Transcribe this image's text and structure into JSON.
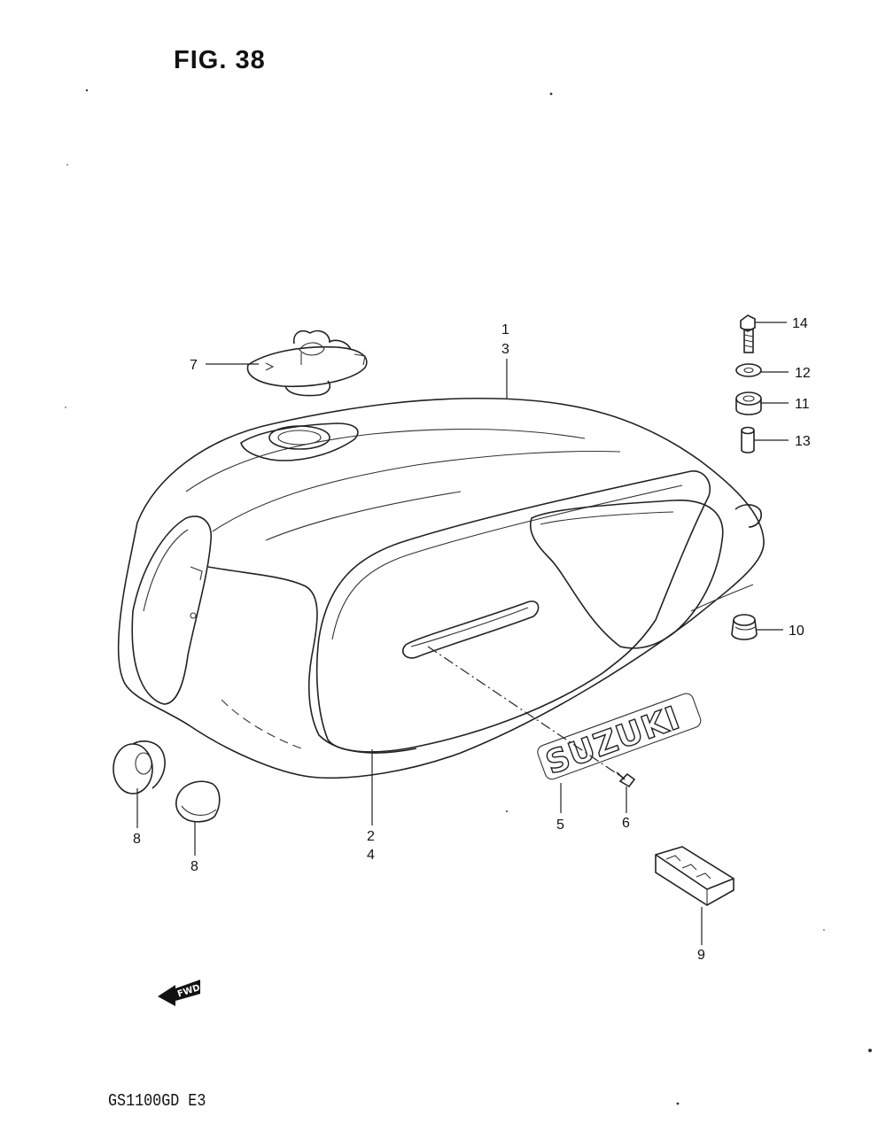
{
  "figure": {
    "title": "FIG. 38"
  },
  "footer": {
    "model": "GS1100GD E3"
  },
  "emblem_text": "SUZUKI",
  "fwd_badge": "FWD",
  "callouts": {
    "c1": "1",
    "c3": "3",
    "c2": "2",
    "c4": "4",
    "c5": "5",
    "c6": "6",
    "c7": "7",
    "c8a": "8",
    "c8b": "8",
    "c9": "9",
    "c10": "10",
    "c11": "11",
    "c12": "12",
    "c13": "13",
    "c14": "14"
  }
}
